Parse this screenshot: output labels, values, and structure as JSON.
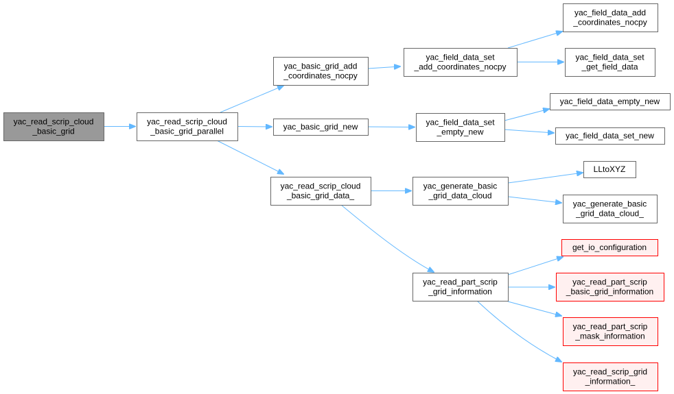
{
  "colors": {
    "edge": "#63b8ff",
    "node_stroke_default": "#666666",
    "node_fill_default": "#ffffff",
    "node_fill_root": "#999999",
    "node_stroke_truncated": "#ff0000",
    "node_fill_truncated": "#fff0f0"
  },
  "nodes": [
    {
      "id": "root",
      "lines": [
        "yac_read_scrip_cloud",
        "_basic_grid"
      ],
      "style": "root"
    },
    {
      "id": "parallel",
      "lines": [
        "yac_read_scrip_cloud",
        "_basic_grid_parallel"
      ],
      "style": "default"
    },
    {
      "id": "bg_add_coords",
      "lines": [
        "yac_basic_grid_add",
        "_coordinates_nocpy"
      ],
      "style": "default"
    },
    {
      "id": "bg_new",
      "lines": [
        "yac_basic_grid_new"
      ],
      "style": "default"
    },
    {
      "id": "grid_data",
      "lines": [
        "yac_read_scrip_cloud",
        "_basic_grid_data_"
      ],
      "style": "default"
    },
    {
      "id": "fds_add_coords",
      "lines": [
        "yac_field_data_set",
        "_add_coordinates_nocpy"
      ],
      "style": "default"
    },
    {
      "id": "fds_empty_new",
      "lines": [
        "yac_field_data_set",
        "_empty_new"
      ],
      "style": "default"
    },
    {
      "id": "gen_cloud",
      "lines": [
        "yac_generate_basic",
        "_grid_data_cloud"
      ],
      "style": "default"
    },
    {
      "id": "part_info",
      "lines": [
        "yac_read_part_scrip",
        "_grid_information"
      ],
      "style": "default"
    },
    {
      "id": "fd_add_coords",
      "lines": [
        "yac_field_data_add",
        "_coordinates_nocpy"
      ],
      "style": "default"
    },
    {
      "id": "fds_get",
      "lines": [
        "yac_field_data_set",
        "_get_field_data"
      ],
      "style": "default"
    },
    {
      "id": "fd_empty_new",
      "lines": [
        "yac_field_data_empty_new"
      ],
      "style": "default"
    },
    {
      "id": "fds_new",
      "lines": [
        "yac_field_data_set_new"
      ],
      "style": "default"
    },
    {
      "id": "lltoxyz",
      "lines": [
        "LLtoXYZ"
      ],
      "style": "default"
    },
    {
      "id": "gen_cloud_",
      "lines": [
        "yac_generate_basic",
        "_grid_data_cloud_"
      ],
      "style": "default"
    },
    {
      "id": "io_config",
      "lines": [
        "get_io_configuration"
      ],
      "style": "truncated"
    },
    {
      "id": "part_basic_info",
      "lines": [
        "yac_read_part_scrip",
        "_basic_grid_information"
      ],
      "style": "truncated"
    },
    {
      "id": "part_mask_info",
      "lines": [
        "yac_read_part_scrip",
        "_mask_information"
      ],
      "style": "truncated"
    },
    {
      "id": "scrip_grid_info",
      "lines": [
        "yac_read_scrip_grid",
        "_information_"
      ],
      "style": "truncated"
    }
  ],
  "edges": [
    {
      "from": "root",
      "to": "parallel"
    },
    {
      "from": "parallel",
      "to": "bg_add_coords"
    },
    {
      "from": "parallel",
      "to": "bg_new"
    },
    {
      "from": "parallel",
      "to": "grid_data"
    },
    {
      "from": "bg_add_coords",
      "to": "fds_add_coords"
    },
    {
      "from": "bg_new",
      "to": "fds_empty_new"
    },
    {
      "from": "grid_data",
      "to": "gen_cloud"
    },
    {
      "from": "grid_data",
      "to": "part_info"
    },
    {
      "from": "fds_add_coords",
      "to": "fd_add_coords"
    },
    {
      "from": "fds_add_coords",
      "to": "fds_get"
    },
    {
      "from": "fds_empty_new",
      "to": "fd_empty_new"
    },
    {
      "from": "fds_empty_new",
      "to": "fds_new"
    },
    {
      "from": "gen_cloud",
      "to": "lltoxyz"
    },
    {
      "from": "gen_cloud",
      "to": "gen_cloud_"
    },
    {
      "from": "part_info",
      "to": "io_config"
    },
    {
      "from": "part_info",
      "to": "part_basic_info"
    },
    {
      "from": "part_info",
      "to": "part_mask_info"
    },
    {
      "from": "part_info",
      "to": "scrip_grid_info"
    }
  ]
}
